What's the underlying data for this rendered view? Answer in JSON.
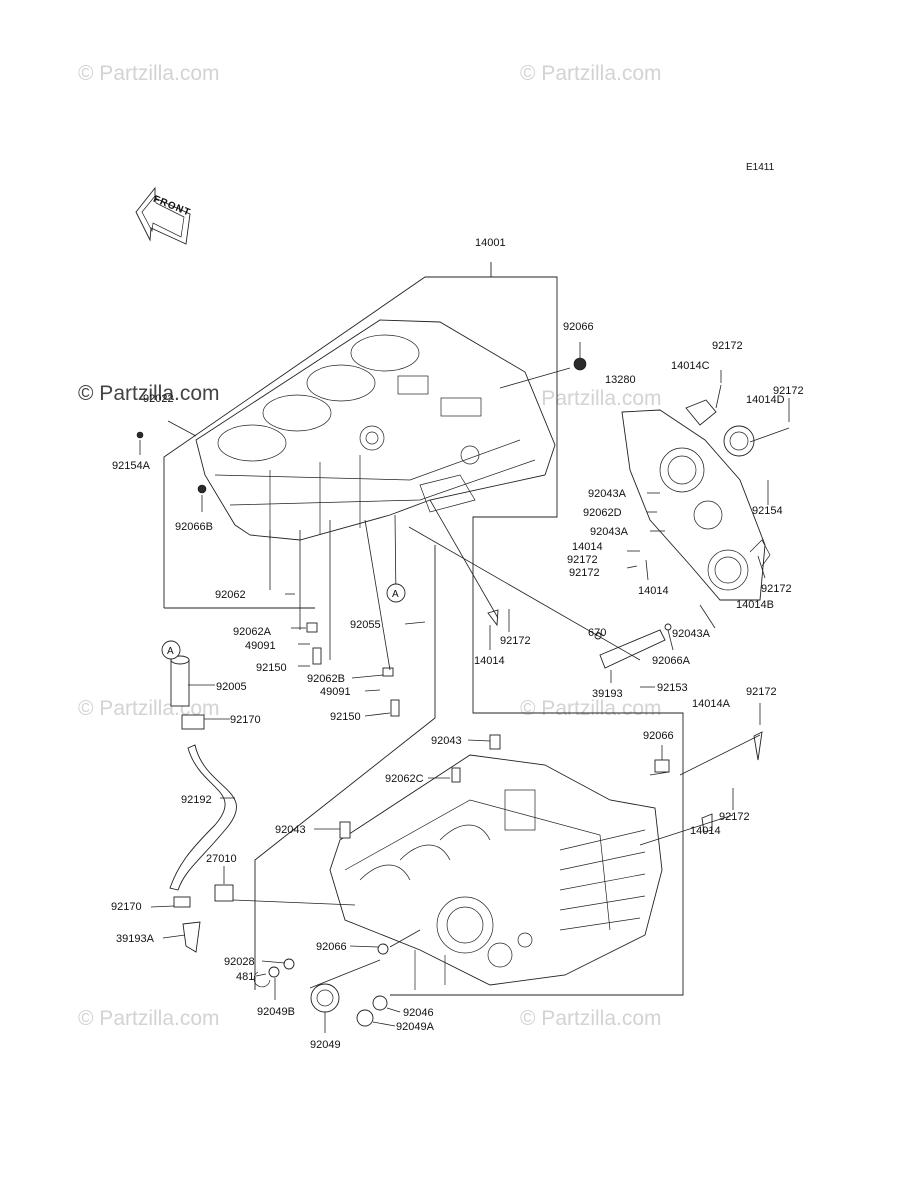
{
  "diagram_code": "E1411",
  "front_label": "FRONT",
  "watermark": "© Partzilla.com",
  "callout_letter": "A",
  "parts": [
    "14001",
    "92066",
    "92172",
    "14014C",
    "13280",
    "92172",
    "14014D",
    "92022",
    "92154A",
    "92066B",
    "92043A",
    "92062D",
    "92154",
    "92043A",
    "14014",
    "92172",
    "92172",
    "14014",
    "92172",
    "14014B",
    "92062",
    "92062A",
    "49091",
    "92150",
    "92055",
    "92062B",
    "49091",
    "92150",
    "14014",
    "92172",
    "670",
    "92043A",
    "92066A",
    "92153",
    "39193",
    "92005",
    "92170",
    "92192",
    "92043",
    "92062C",
    "92043",
    "92066",
    "14014A",
    "92172",
    "92172",
    "14014",
    "27010",
    "92170",
    "39193A",
    "92066",
    "92028",
    "481",
    "92049B",
    "92049",
    "92046",
    "92049A"
  ]
}
